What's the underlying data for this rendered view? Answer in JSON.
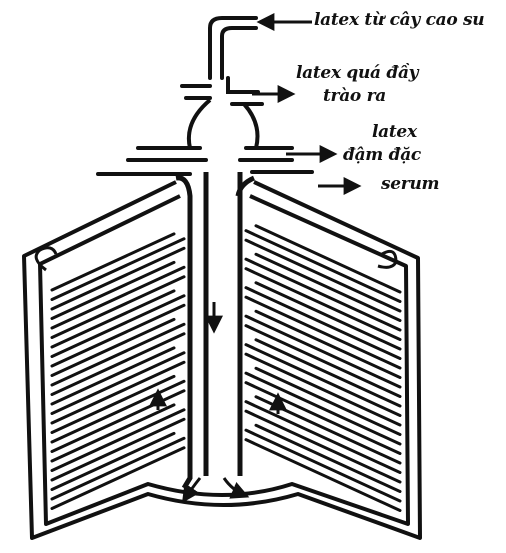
{
  "labels": {
    "latex_in": "latex từ cây cao su",
    "overflow_line1": "latex quá đầy",
    "overflow_line2": "trào ra",
    "concentrated_line1": "latex",
    "concentrated_line2": "đậm đặc",
    "serum": "serum"
  }
}
